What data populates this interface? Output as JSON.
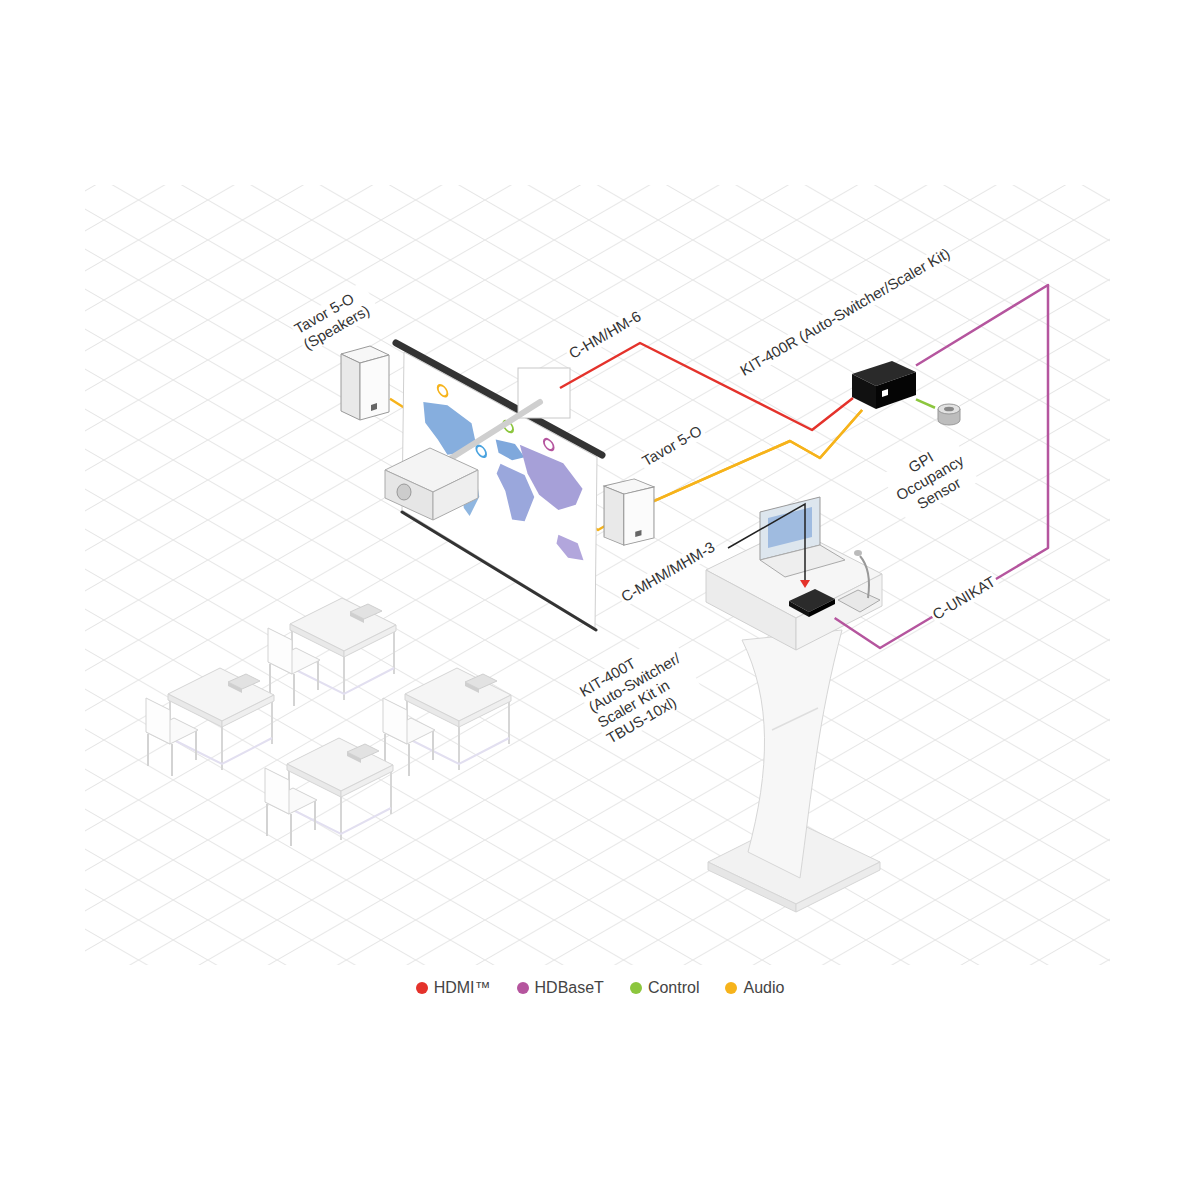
{
  "diagram": {
    "nodes": [
      {
        "text": [
          "Tavor 5-O (Speakers)"
        ]
      },
      {
        "text": [
          "KIT-400R (Auto-Switcher/Scaler Kit)"
        ]
      },
      {
        "text": [
          "Tavor 5-O"
        ]
      },
      {
        "text": [
          "GPI Occupancy Sensor"
        ]
      },
      {
        "text": [
          "KIT-400T (Auto-Switcher/ Scaler Kit in TBUS-10xl)"
        ]
      }
    ],
    "edges": [
      {
        "from": 1,
        "to": 0,
        "arrow": "none"
      },
      {
        "from": 1,
        "to": 2,
        "arrow": "none"
      },
      {
        "from": 1,
        "to": 3,
        "arrow": "none"
      },
      {
        "from": 4,
        "to": 1,
        "label": "C-UNIKAT",
        "arrow": "none"
      }
    ],
    "labels": [
      "C-HM/HM-6",
      "C-MHM/MHM-3"
    ],
    "legend": [
      {
        "text": "HDMI™",
        "color": "#e4322b"
      },
      {
        "text": "HDBaseT",
        "color": "#b5559e"
      },
      {
        "text": "Control",
        "color": "#8cc63e"
      },
      {
        "text": "Audio",
        "color": "#f6b31b"
      }
    ]
  }
}
